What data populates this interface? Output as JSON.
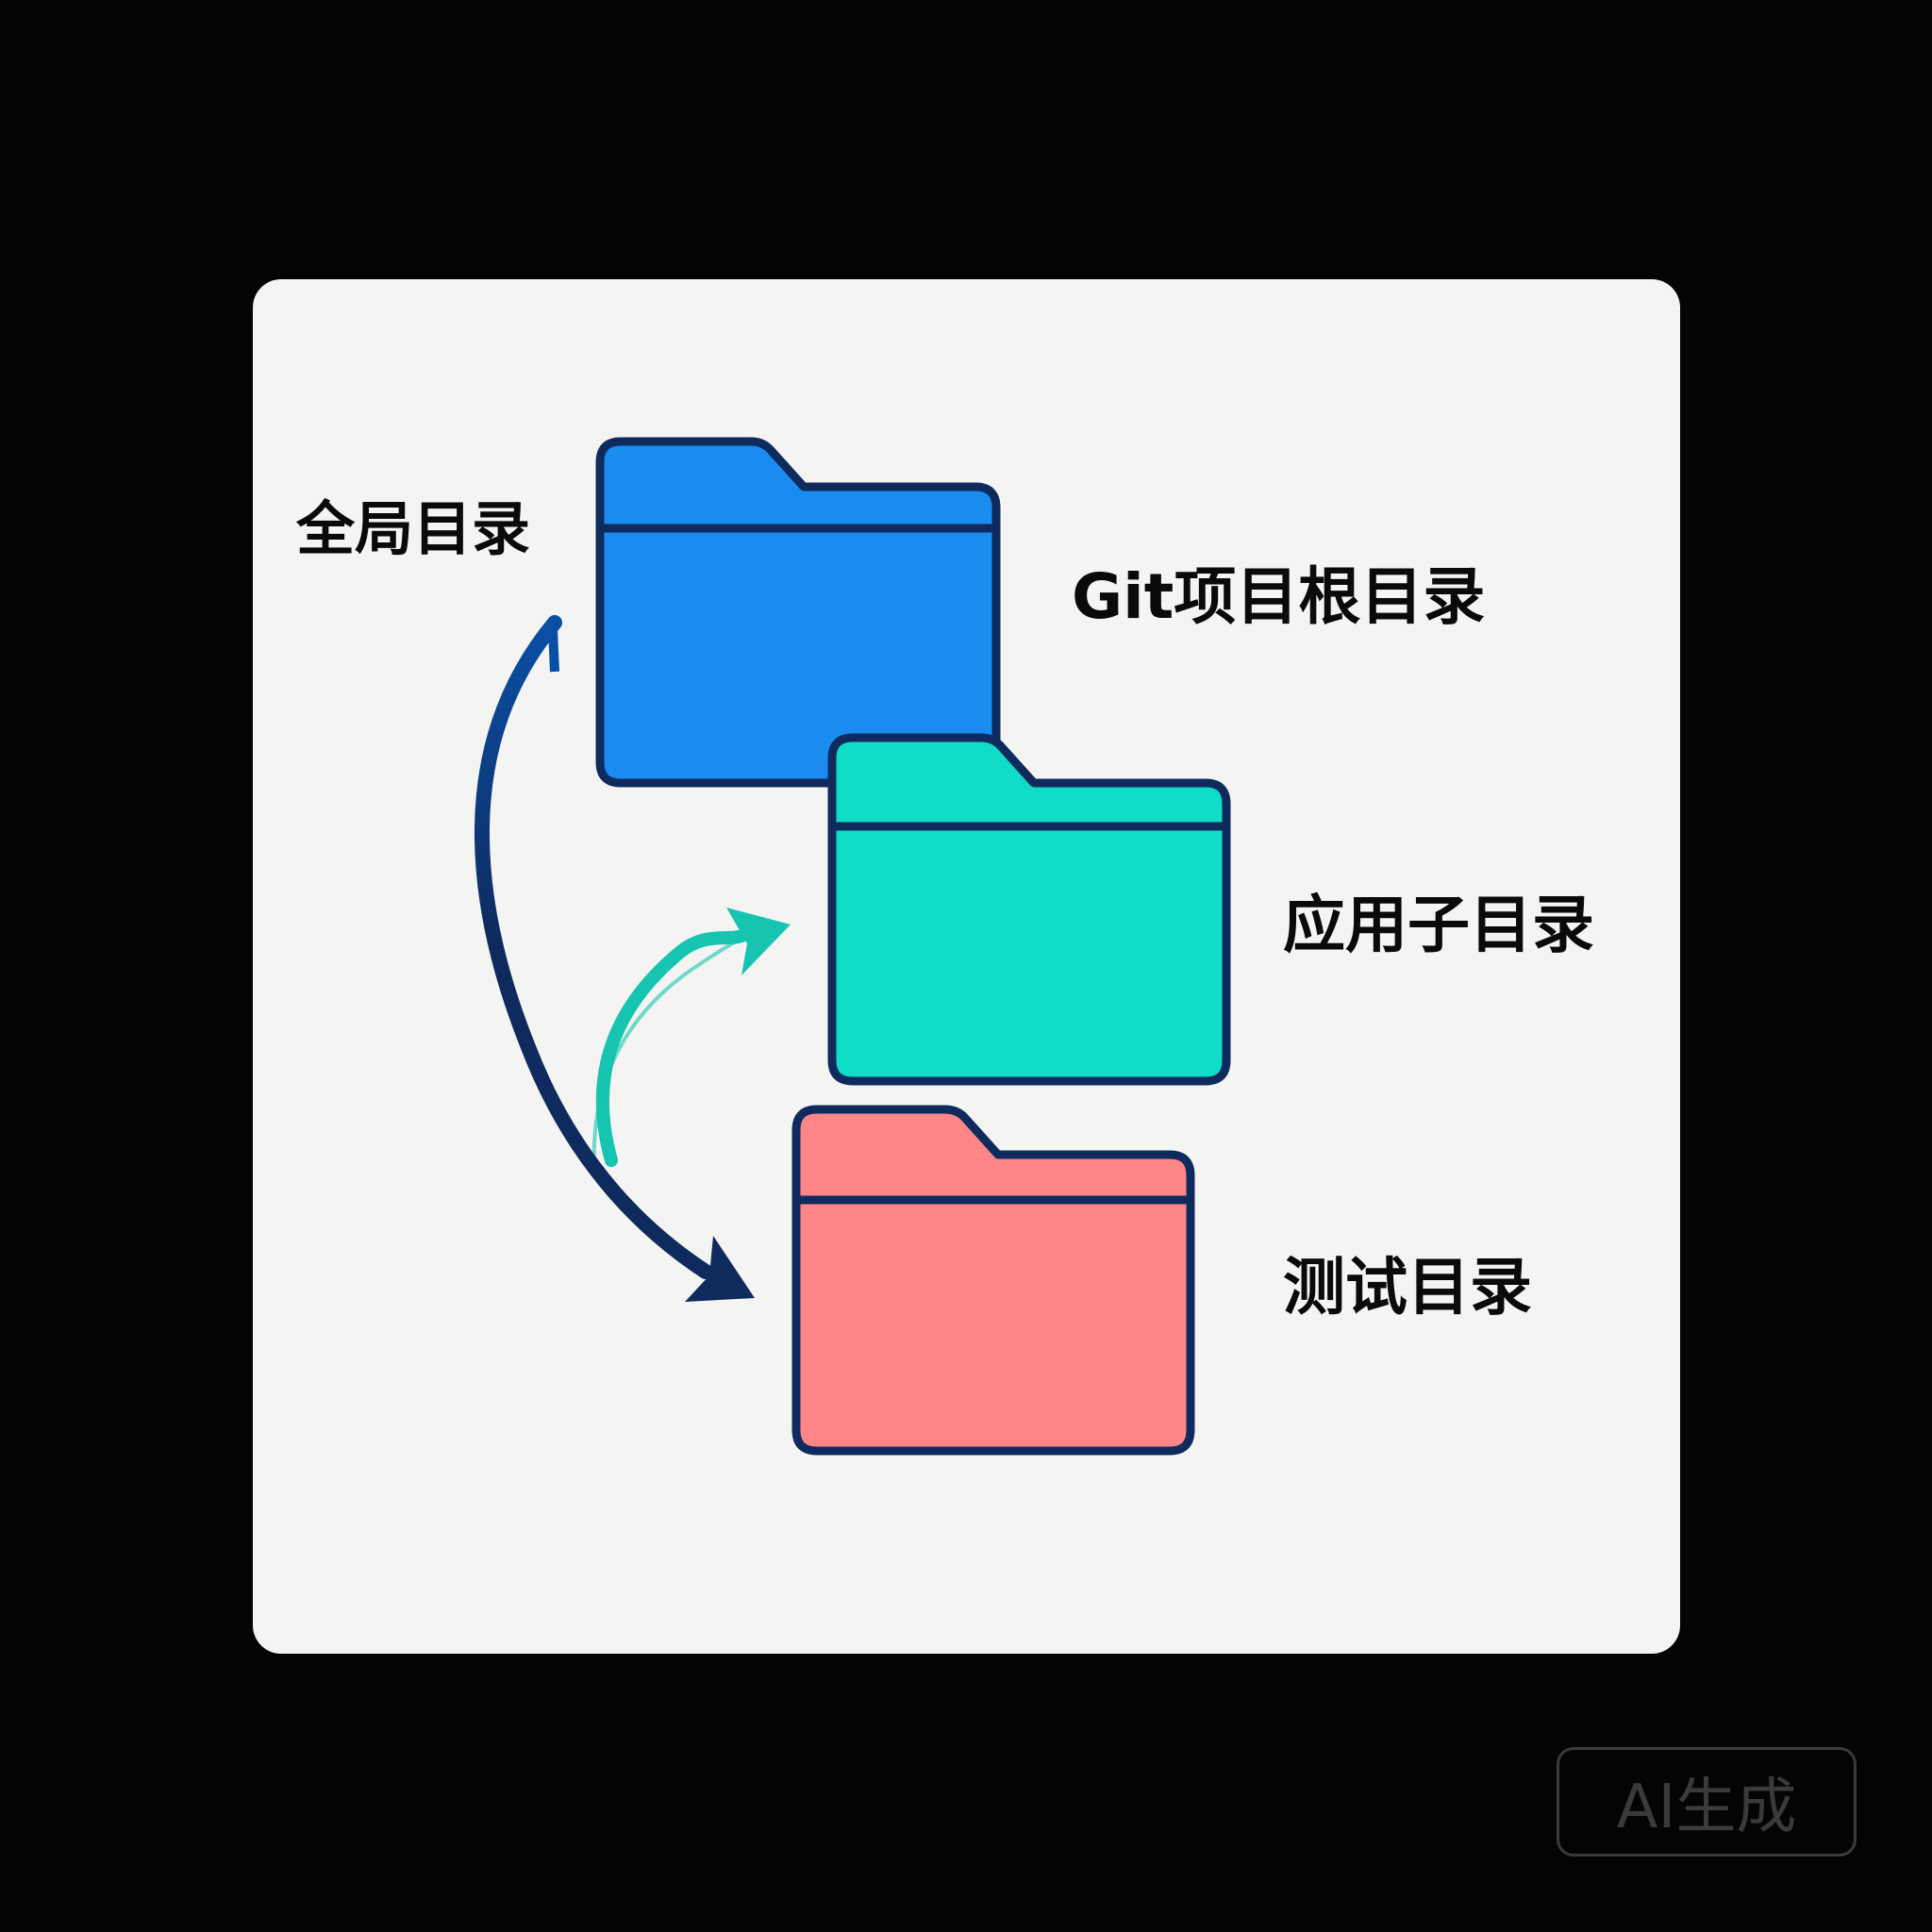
{
  "labels": {
    "global": "全局目录",
    "git_root": "Git项目根目录",
    "app_sub": "应用子目录",
    "test": "测试目录"
  },
  "watermark": "AI生成",
  "colors": {
    "background": "#040404",
    "card": "#f4f4f2",
    "outline": "#0f2a5c",
    "folder_git_root": "#1a8cf0",
    "folder_app_sub": "#10dcc8",
    "folder_test": "#ff8686",
    "arrow_global_to_test": "#0f2a5c",
    "arrow_to_app": "#16c4b0"
  },
  "icons": [
    "folder-icon",
    "curved-arrow-icon"
  ]
}
